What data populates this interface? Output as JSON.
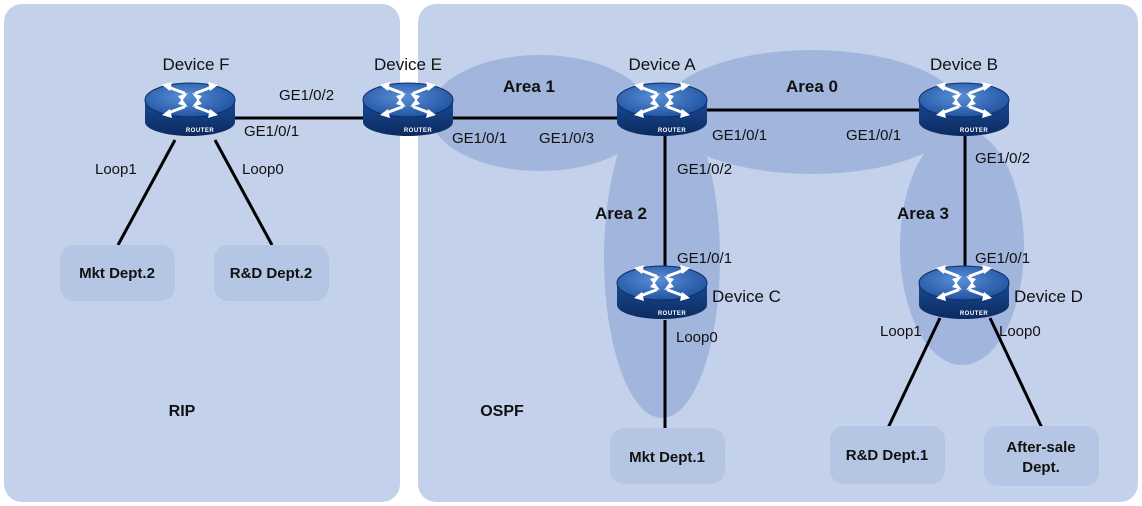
{
  "regions": {
    "rip": "RIP",
    "ospf": "OSPF"
  },
  "areas": {
    "area0": "Area 0",
    "area1": "Area 1",
    "area2": "Area 2",
    "area3": "Area 3"
  },
  "devices": {
    "a": "Device A",
    "b": "Device B",
    "c": "Device C",
    "d": "Device D",
    "e": "Device E",
    "f": "Device F",
    "router_text": "ROUTER"
  },
  "ports": {
    "f_ge2": "GE1/0/2",
    "f_ge1": "GE1/0/1",
    "e_ge1": "GE1/0/1",
    "a_ge3": "GE1/0/3",
    "a_ge1": "GE1/0/1",
    "a_ge2": "GE1/0/2",
    "b_ge1": "GE1/0/1",
    "b_ge2": "GE1/0/2",
    "c_ge1": "GE1/0/1",
    "d_ge1": "GE1/0/1"
  },
  "loops": {
    "f_loop1": "Loop1",
    "f_loop0": "Loop0",
    "c_loop0": "Loop0",
    "d_loop1": "Loop1",
    "d_loop0": "Loop0"
  },
  "depts": {
    "mkt2": "Mkt Dept.2",
    "rd2": "R&D Dept.2",
    "mkt1": "Mkt Dept.1",
    "rd1": "R&D Dept.1",
    "aftersale_line1": "After-sale",
    "aftersale_line2": "Dept."
  },
  "colors": {
    "region_fill": "#c3d1ea",
    "area_fill": "#a2b5dc",
    "dept_fill": "#b4c6e4",
    "router_top": "#2d64b8",
    "router_side": "#17428a",
    "router_ring": "#0e2e66"
  }
}
